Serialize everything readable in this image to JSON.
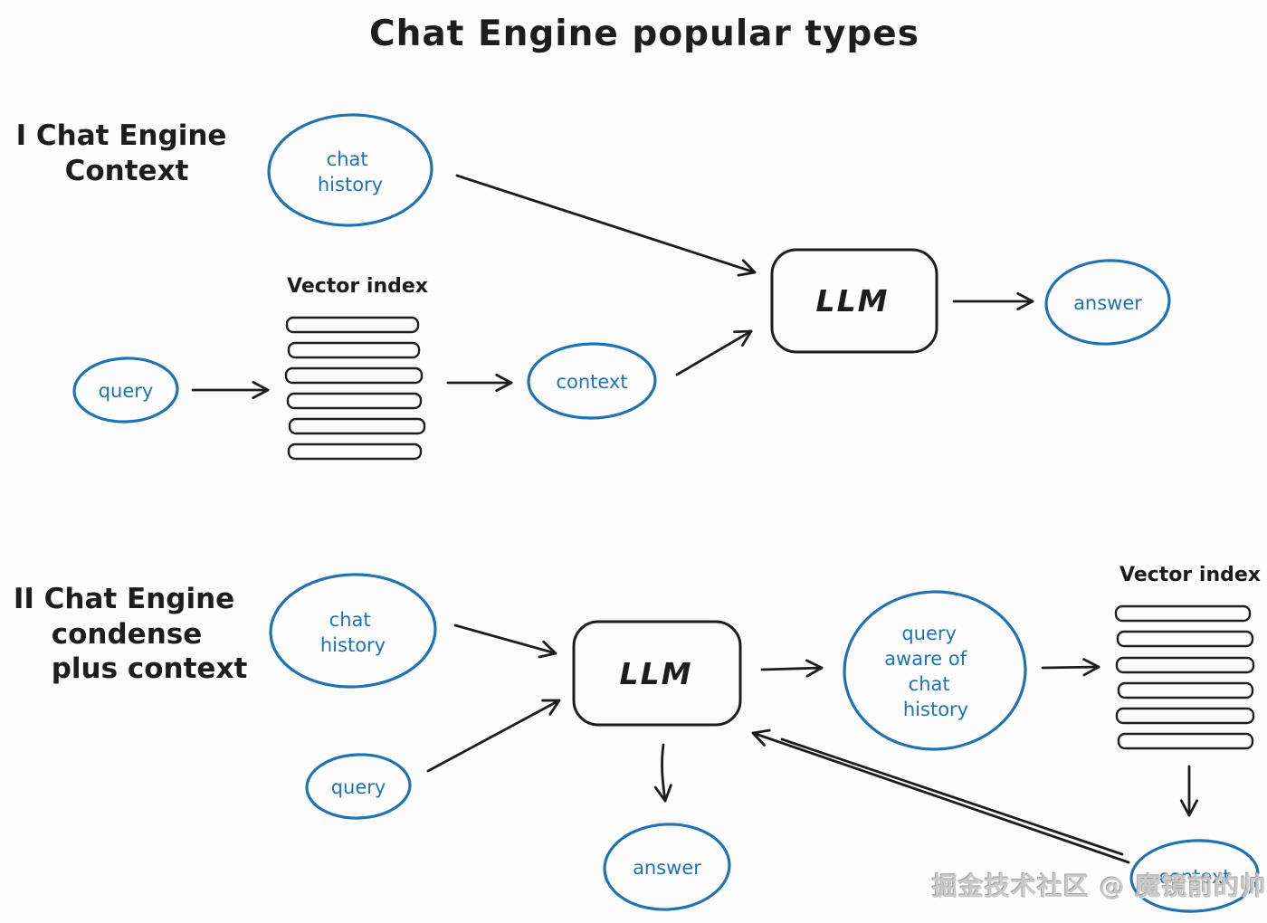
{
  "title": "Chat Engine popular types",
  "watermark": "掘金技术社区 @ 魔镜前的帅比",
  "colors": {
    "ink": "#1d1d1d",
    "accent": "#1f73b5",
    "background": "#fcfcfc",
    "watermark": "#c6c6c6"
  },
  "section1": {
    "heading1": "I Chat Engine",
    "heading2": "Context",
    "chat_history_line1": "chat",
    "chat_history_line2": "history",
    "vector_index_label": "Vector index",
    "query_label": "query",
    "context_label": "context",
    "llm_label": "LLM",
    "answer_label": "answer"
  },
  "section2": {
    "heading1": "II Chat Engine",
    "heading2": "condense",
    "heading3": "plus context",
    "chat_history_line1": "chat",
    "chat_history_line2": "history",
    "query_label": "query",
    "llm_label": "LLM",
    "answer_label": "answer",
    "query_aware_line1": "query",
    "query_aware_line2": "aware of",
    "query_aware_line3": "chat",
    "query_aware_line4": "history",
    "vector_index_label": "Vector index",
    "context_label": "context"
  }
}
